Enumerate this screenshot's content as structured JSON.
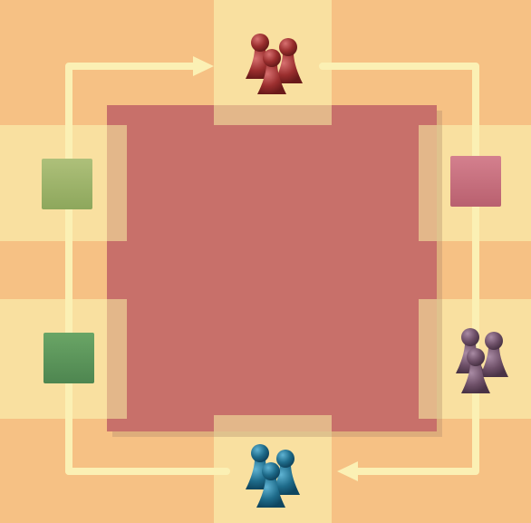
{
  "board": {
    "colors": {
      "background": "#f6c184",
      "stripe": "#f9e5a4",
      "center": "#c8706a",
      "path": "#fbf0b4",
      "square_light_green": "#9fb36a",
      "square_dark_green": "#5d9659",
      "square_pink": "#c8707f",
      "pawns_red": "#9a2e2e",
      "pawns_purple": "#6e5068",
      "pawns_blue": "#1e6b8a"
    },
    "squares": [
      {
        "id": "left-top",
        "color_name": "light-green"
      },
      {
        "id": "left-bottom",
        "color_name": "dark-green"
      },
      {
        "id": "right-top",
        "color_name": "pink"
      }
    ],
    "pawn_groups": [
      {
        "id": "top",
        "color_name": "red",
        "count": 3
      },
      {
        "id": "right",
        "color_name": "purple",
        "count": 3
      },
      {
        "id": "bottom",
        "color_name": "blue",
        "count": 3
      }
    ],
    "path_direction": "clockwise",
    "icons": [
      "arrow-right-icon",
      "arrow-left-icon"
    ]
  }
}
